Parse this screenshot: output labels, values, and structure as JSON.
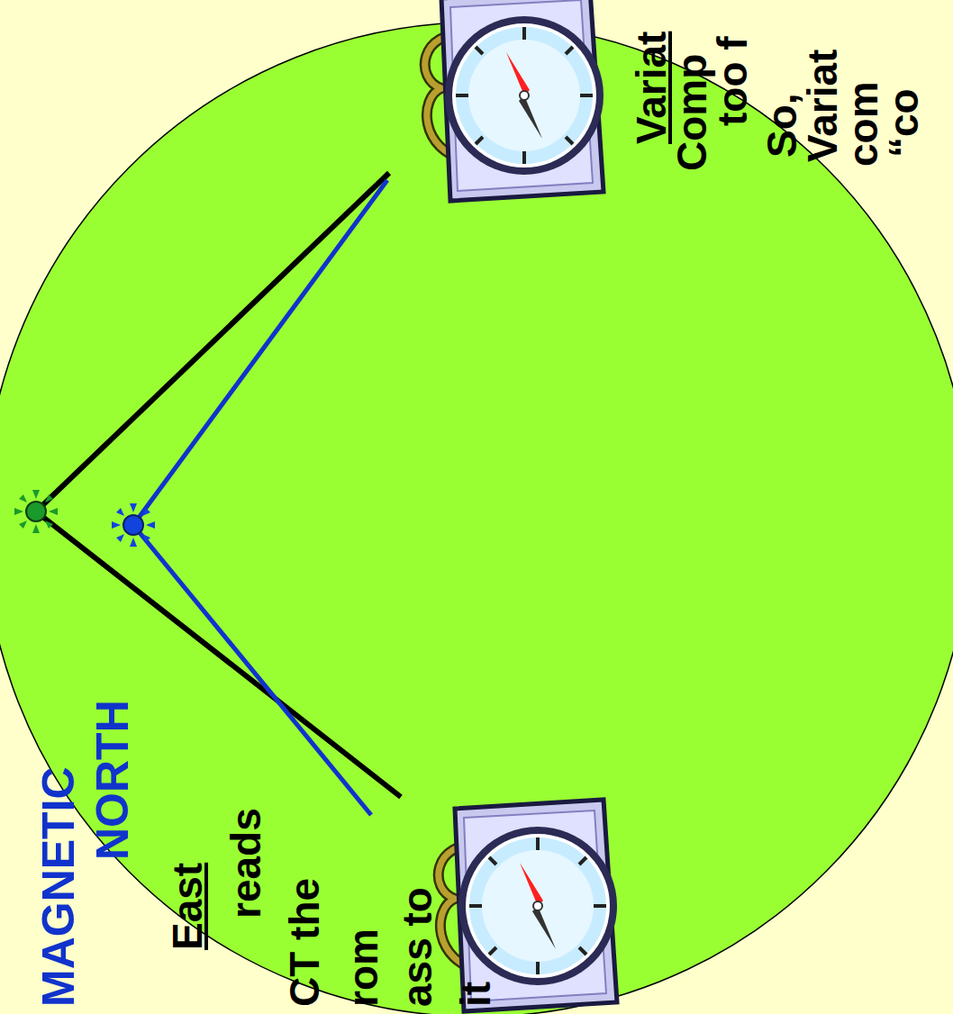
{
  "diagram": {
    "labels": [
      "MAGNETIC",
      "NORTH",
      "East",
      "reads",
      "CT the",
      "rom",
      "ass to",
      "it",
      "Variat",
      "Comp",
      "too f",
      "So,",
      "Variat",
      "com",
      "“co"
    ]
  }
}
